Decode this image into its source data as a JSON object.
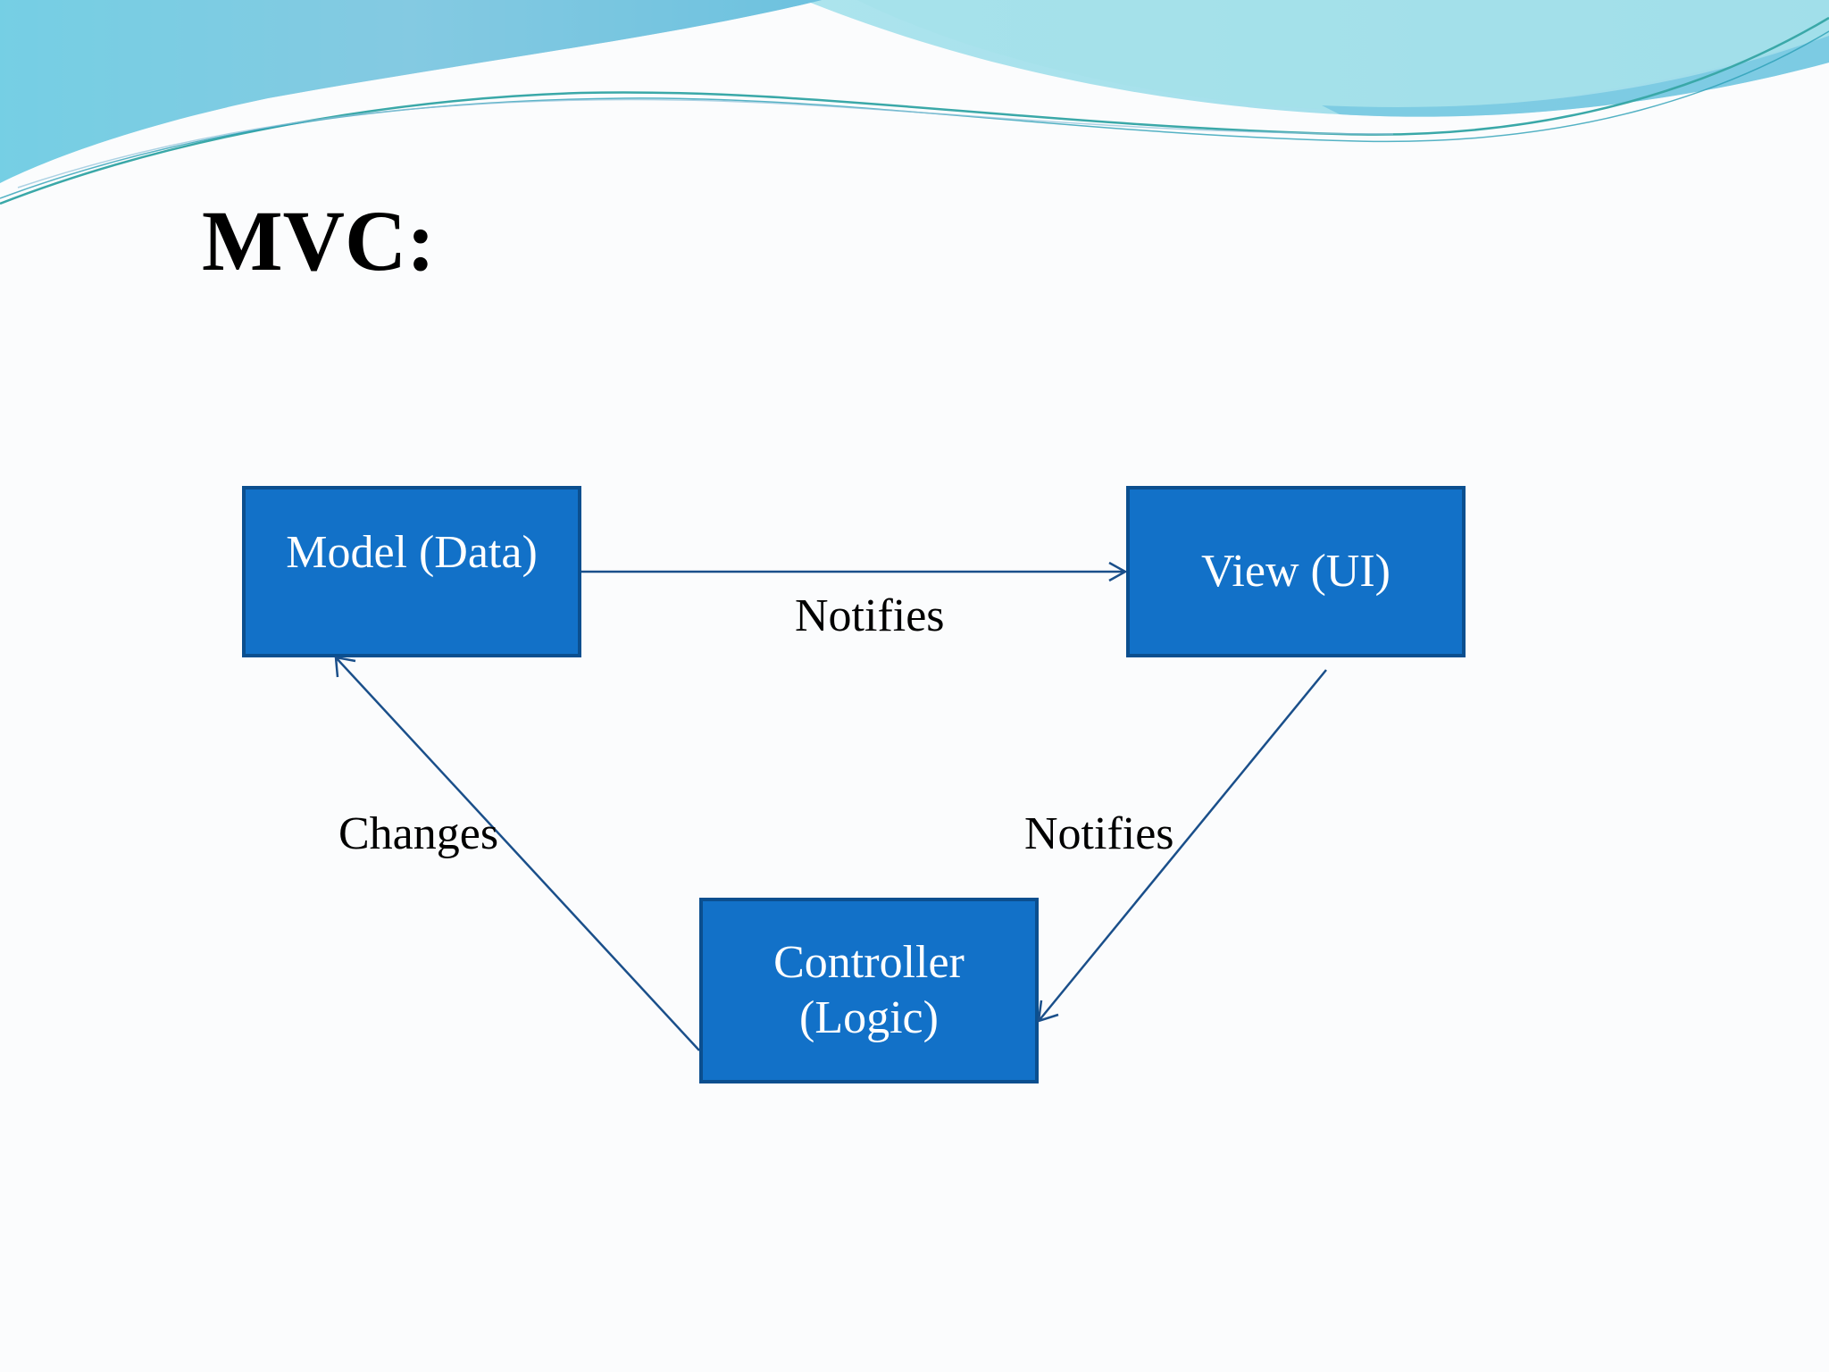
{
  "slide": {
    "title": "MVC:"
  },
  "colors": {
    "node_fill": "#1271c8",
    "node_border": "#0b4f8f",
    "arrow": "#1a4f8a",
    "wave_light": "#a8e4ec",
    "wave_mid": "#7fcde0",
    "wave_deep": "#5ab4d6"
  },
  "diagram": {
    "nodes": {
      "model": {
        "lines": [
          "Model (Data)"
        ]
      },
      "view": {
        "lines": [
          "View (UI)"
        ]
      },
      "controller": {
        "lines": [
          "Controller",
          "(Logic)"
        ]
      }
    },
    "edges": [
      {
        "from": "model",
        "to": "view",
        "label": "Notifies"
      },
      {
        "from": "view",
        "to": "controller",
        "label": "Notifies"
      },
      {
        "from": "controller",
        "to": "model",
        "label": "Changes"
      }
    ]
  }
}
